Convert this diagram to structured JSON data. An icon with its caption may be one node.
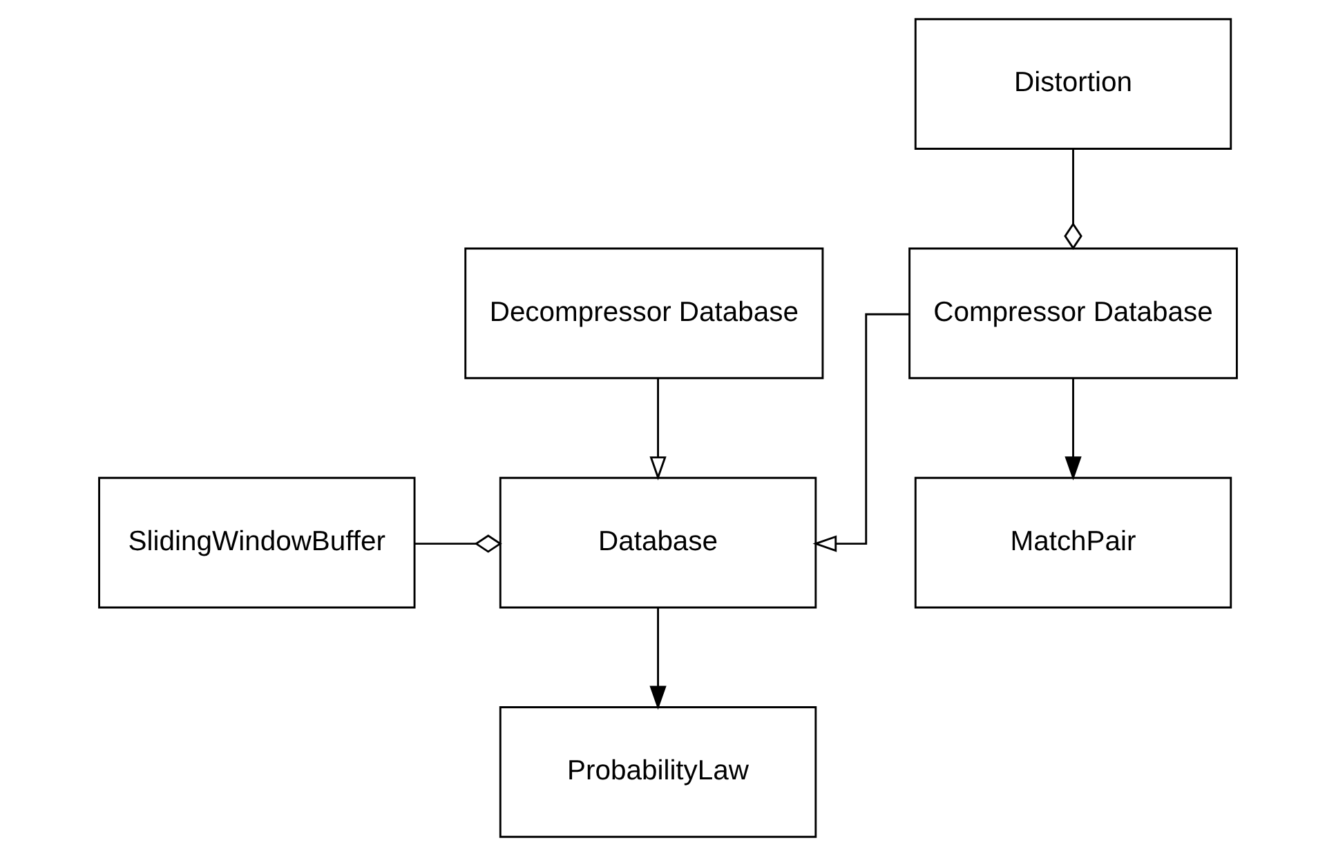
{
  "diagram": {
    "nodes": [
      {
        "text": [
          "SlidingWindowBuffer"
        ]
      },
      {
        "text": [
          "ProbabilityLaw"
        ]
      },
      {
        "text": [
          "Database"
        ]
      },
      {
        "text": [
          "Compressor Database"
        ]
      },
      {
        "text": [
          "Decompressor Database"
        ]
      },
      {
        "text": [
          "MatchPair"
        ]
      },
      {
        "text": [
          "Distortion"
        ]
      }
    ],
    "edges": [
      {
        "from": 0,
        "to": 2,
        "arrow": "other"
      },
      {
        "from": 2,
        "to": 1,
        "arrow": "to"
      },
      {
        "from": 3,
        "to": 2,
        "arrow": "to"
      },
      {
        "from": 4,
        "to": 2,
        "arrow": "to"
      },
      {
        "from": 3,
        "to": 5,
        "arrow": "to"
      },
      {
        "from": 6,
        "to": 3,
        "arrow": "other"
      }
    ]
  }
}
